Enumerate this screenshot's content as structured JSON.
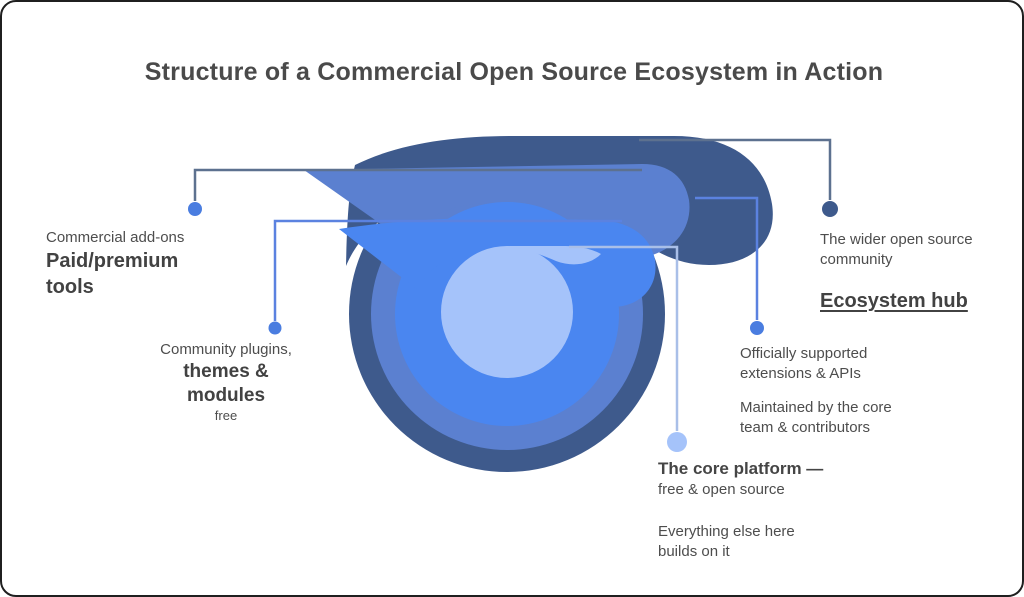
{
  "title": "Structure of a Commercial Open Source Ecosystem in Action",
  "colors": {
    "line_slate": "#5d718f",
    "line_blue": "#5b82e0",
    "line_light": "#a9bfe8",
    "text": "#4d4d4d"
  },
  "diagram": {
    "layers": [
      {
        "name": "outer-ring",
        "color": "#3E5A8C"
      },
      {
        "name": "second-ring",
        "color": "#5B80D0"
      },
      {
        "name": "third-ring",
        "color": "#4A86F0"
      },
      {
        "name": "core",
        "color": "#A5C3FA"
      }
    ]
  },
  "callouts": {
    "left_top": {
      "line1": "Commercial add-ons",
      "line2": "Paid/premium tools",
      "dot_color": "#4A7DE0"
    },
    "left_mid": {
      "line1": "Community plugins,",
      "line2": "themes & modules",
      "line3": "free",
      "dot_color": "#4A7DE0"
    },
    "right_top": {
      "line1": "The wider open source",
      "line2": "community",
      "link": "Ecosystem hub",
      "dot_color": "#3E5A8C"
    },
    "right_mid": {
      "line1": "Officially supported",
      "line2": "extensions & APIs",
      "dot_color": "#4A7DE0"
    },
    "right_lower": {
      "line1": "Maintained by the core",
      "line2": "team & contributors"
    },
    "bottom": {
      "line1": "The core platform —",
      "line2": "free & open source",
      "dot_color": "#A5C3FA"
    },
    "bottom_lower": {
      "line1": "Everything else here",
      "line2": "builds on it"
    }
  }
}
